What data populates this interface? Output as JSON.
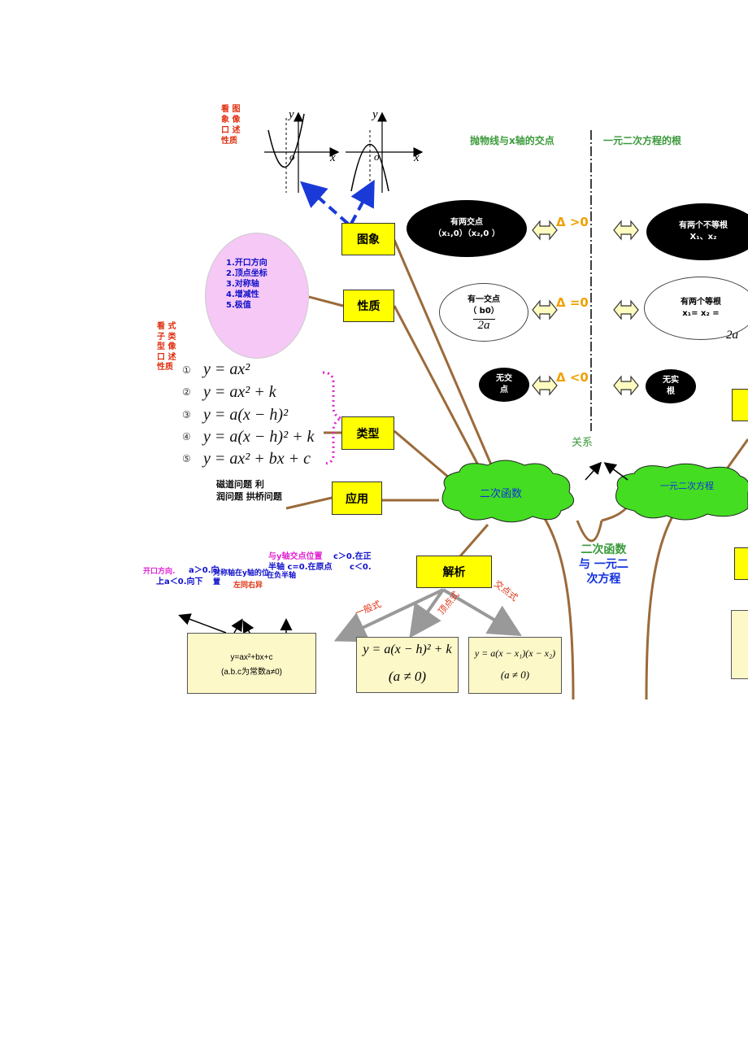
{
  "top_left_note": [
    "看  图",
    "象  像",
    "口  述",
    "性质"
  ],
  "axes": {
    "y": "y",
    "x": "x",
    "o": "o"
  },
  "header": {
    "left": "抛物线与x轴的交点",
    "right": "一元二次方程的根"
  },
  "nodes": {
    "image": "图象",
    "property": "性质",
    "type": "类型",
    "application": "应用",
    "analysis": "解析",
    "center": "二次函数",
    "center2": "一元二次方程",
    "relation": "关系"
  },
  "property_list": [
    "1.开口方向",
    "2.顶点坐标",
    "3.对称轴",
    "4.增减性",
    "5.极值"
  ],
  "side_note": [
    "看  式",
    "子  类",
    "型  像",
    "口  述",
    "性质"
  ],
  "type_formulas": [
    {
      "n": "①",
      "f": "y = ax²"
    },
    {
      "n": "②",
      "f": "y = ax² + k"
    },
    {
      "n": "③",
      "f": "y = a(x − h)²"
    },
    {
      "n": "④",
      "f": "y = a(x − h)² + k"
    },
    {
      "n": "⑤",
      "f": "y = ax² + bx + c"
    }
  ],
  "application_text": [
    "磁道问题            利",
    "润问题  拱桥问题"
  ],
  "row1": {
    "left": [
      "有两交点",
      "（x₁,0）（x₂,0 ）"
    ],
    "delta": "Δ >0",
    "right": [
      "有两个不等根",
      "X₁、x₂"
    ]
  },
  "row2": {
    "left": [
      "有一交点",
      "（  b0）"
    ],
    "left_frac": "2a",
    "delta": "Δ =0",
    "right": [
      "有两个等根",
      "x₁= x₂ ="
    ],
    "right_frac": "2a"
  },
  "row3": {
    "left": [
      "无交",
      "点"
    ],
    "delta": "Δ <0",
    "right": [
      "无实",
      "根"
    ]
  },
  "bottom_relation": [
    "二次函数",
    "与  一元二",
    "次方程"
  ],
  "notes": {
    "open_dir": "开口方向.",
    "a_pos": "a＞0.向",
    "a_neg": "上a＜0.向下",
    "axis_pos": [
      "对称轴在y轴的位",
      "置"
    ],
    "axis_rule": "左同右异",
    "y_intercept": "与y轴交点位置",
    "c_pos": "c＞0.在正",
    "half_axis": "半轴  c=0.在原点",
    "c_neg": "c＜0.",
    "neg_half": "在负半轴"
  },
  "forms": {
    "general_label": "一般式",
    "vertex_label": "顶点式",
    "intercept_label": "交点式",
    "general": [
      "y=ax²+bx+c",
      "(a.b.c为常数a≠0)"
    ],
    "vertex": [
      "y = a(x − h)² + k",
      "(a ≠ 0)"
    ],
    "intercept": [
      "y = a(x − x₁)(x − x₂)",
      "(a ≠ 0)"
    ]
  },
  "colors": {
    "yellow": "#ffff00",
    "green_cloud": "#44dd22",
    "brown": "#9b6a3a",
    "pink": "#f5c8f5",
    "arrow_blue": "#1a3ad8"
  }
}
